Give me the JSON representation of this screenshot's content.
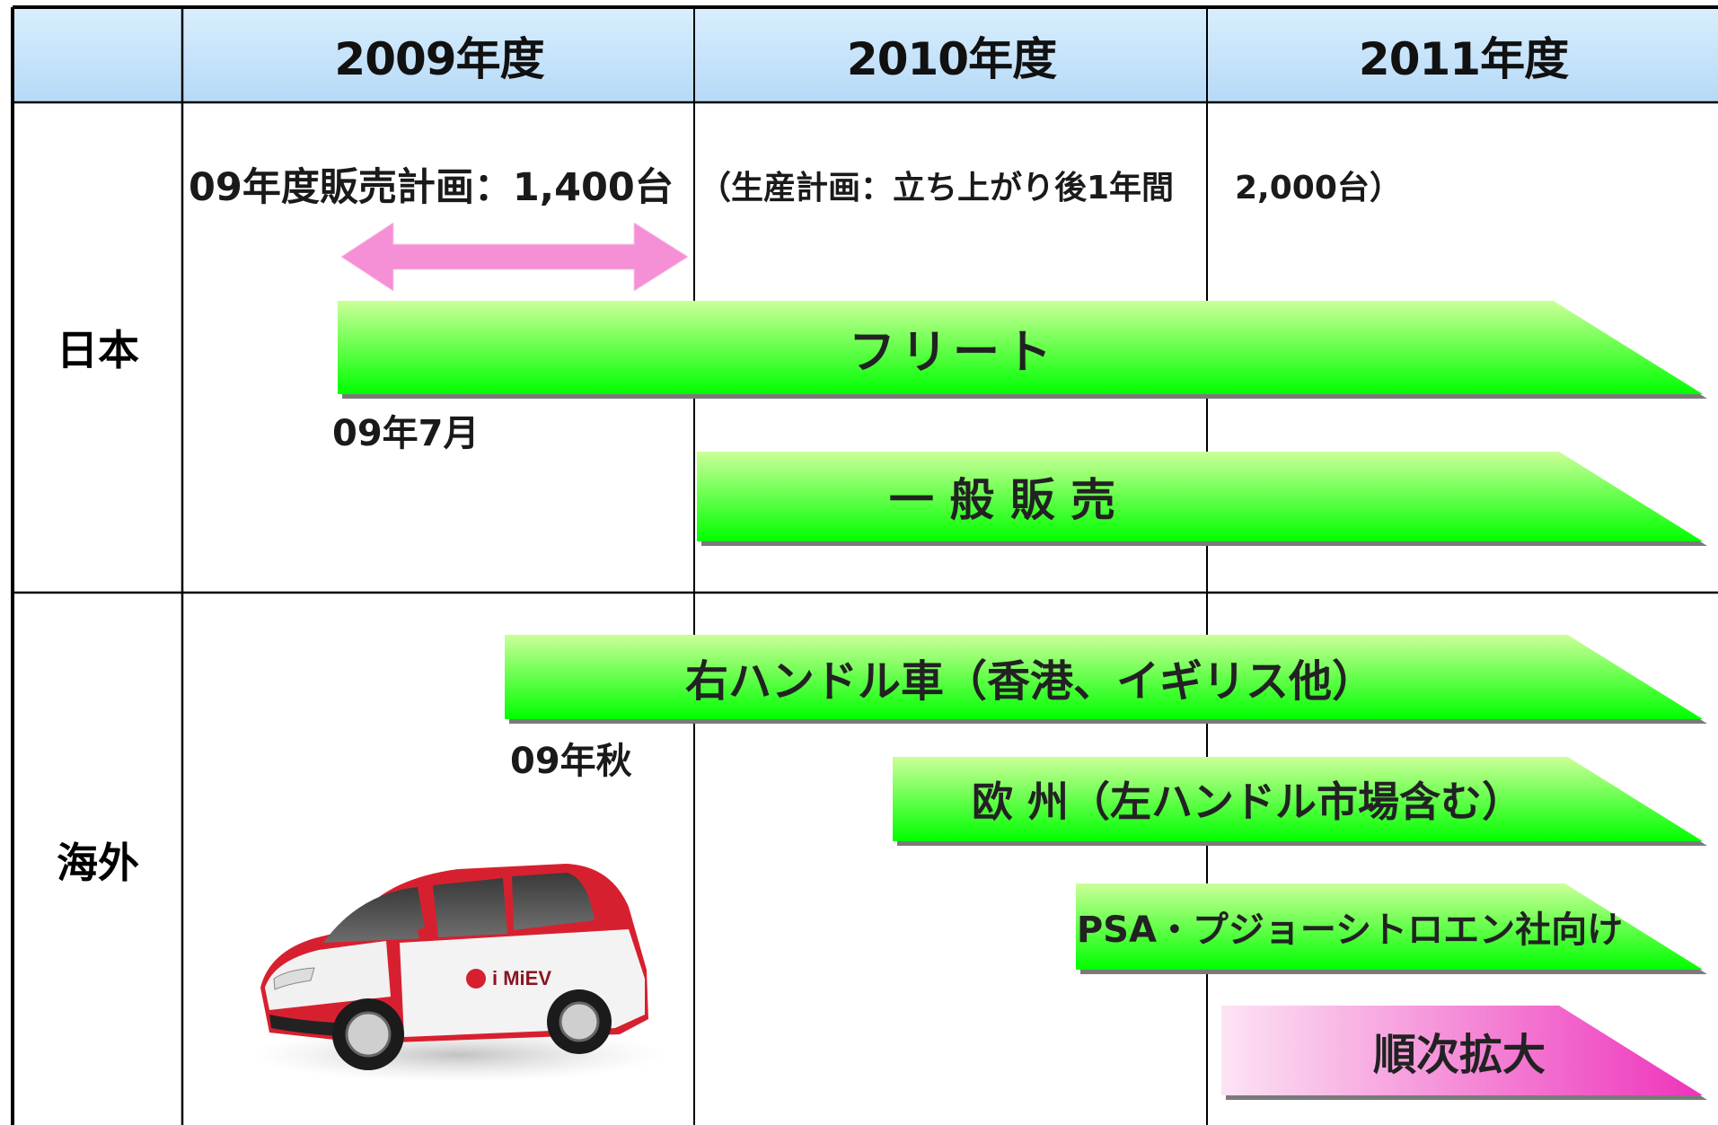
{
  "header": {
    "years": [
      "2009年度",
      "2010年度",
      "2011年度"
    ]
  },
  "rows": {
    "japan": "日本",
    "overseas": "海外"
  },
  "annotations": {
    "sales_plan": "09年度販売計画：1,400台",
    "production_plan_start": "（生産計画：立ち上がり後1年間",
    "production_plan_end": "2,000台）",
    "fleet_start": "09年7月",
    "overseas_start": "09年秋"
  },
  "bars": {
    "fleet": "フリート",
    "general_sales": "一 般 販 売",
    "rhd": "右ハンドル車（香港、イギリス他）",
    "europe": "欧 州（左ハンドル市場含む）",
    "psa": "PSA・プジョーシトロエン社向け",
    "expand": "順次拡大"
  },
  "colors": {
    "header_bg": "#c4e2fa",
    "bar_green_light": "#ccff99",
    "bar_green_dark": "#00ff00",
    "bar_pink_light": "#fce4f4",
    "bar_pink_dark": "#ee33bb",
    "arrow_pink": "#f58fd6"
  },
  "car_image": {
    "logo_text": "i MiEV"
  }
}
